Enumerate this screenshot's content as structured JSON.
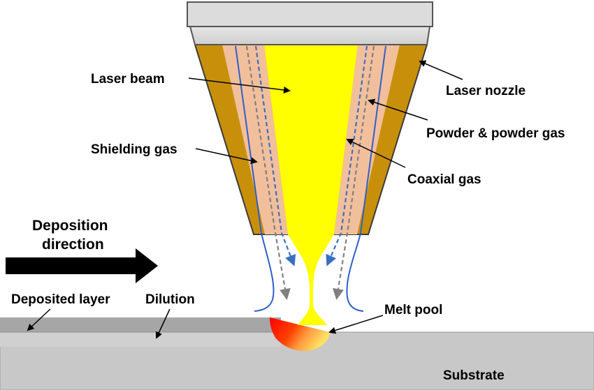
{
  "labels": {
    "laser_beam": "Laser beam",
    "laser_nozzle": "Laser nozzle",
    "powder_gas": "Powder & powder gas",
    "shielding_gas": "Shielding gas",
    "coaxial_gas": "Coaxial gas",
    "deposition_direction_line1": "Deposition",
    "deposition_direction_line2": "direction",
    "deposited_layer": "Deposited layer",
    "dilution": "Dilution",
    "melt_pool": "Melt pool",
    "substrate": "Substrate"
  },
  "colors": {
    "nozzle_cap": "#d9d9d9",
    "nozzle_outer": "#c8900a",
    "powder_channel": "#f2bf9c",
    "laser_beam": "#ffff00",
    "shielding_gas_line": "#2f5fc8",
    "coaxial_gas_arrow": "#808080",
    "powder_gas_arrow": "#3a70c0",
    "substrate": "#c8c8c8",
    "deposited_layer": "#a6a6a6",
    "melt_pool_hot": "#ff0000",
    "melt_pool_cool": "#ffe060"
  }
}
